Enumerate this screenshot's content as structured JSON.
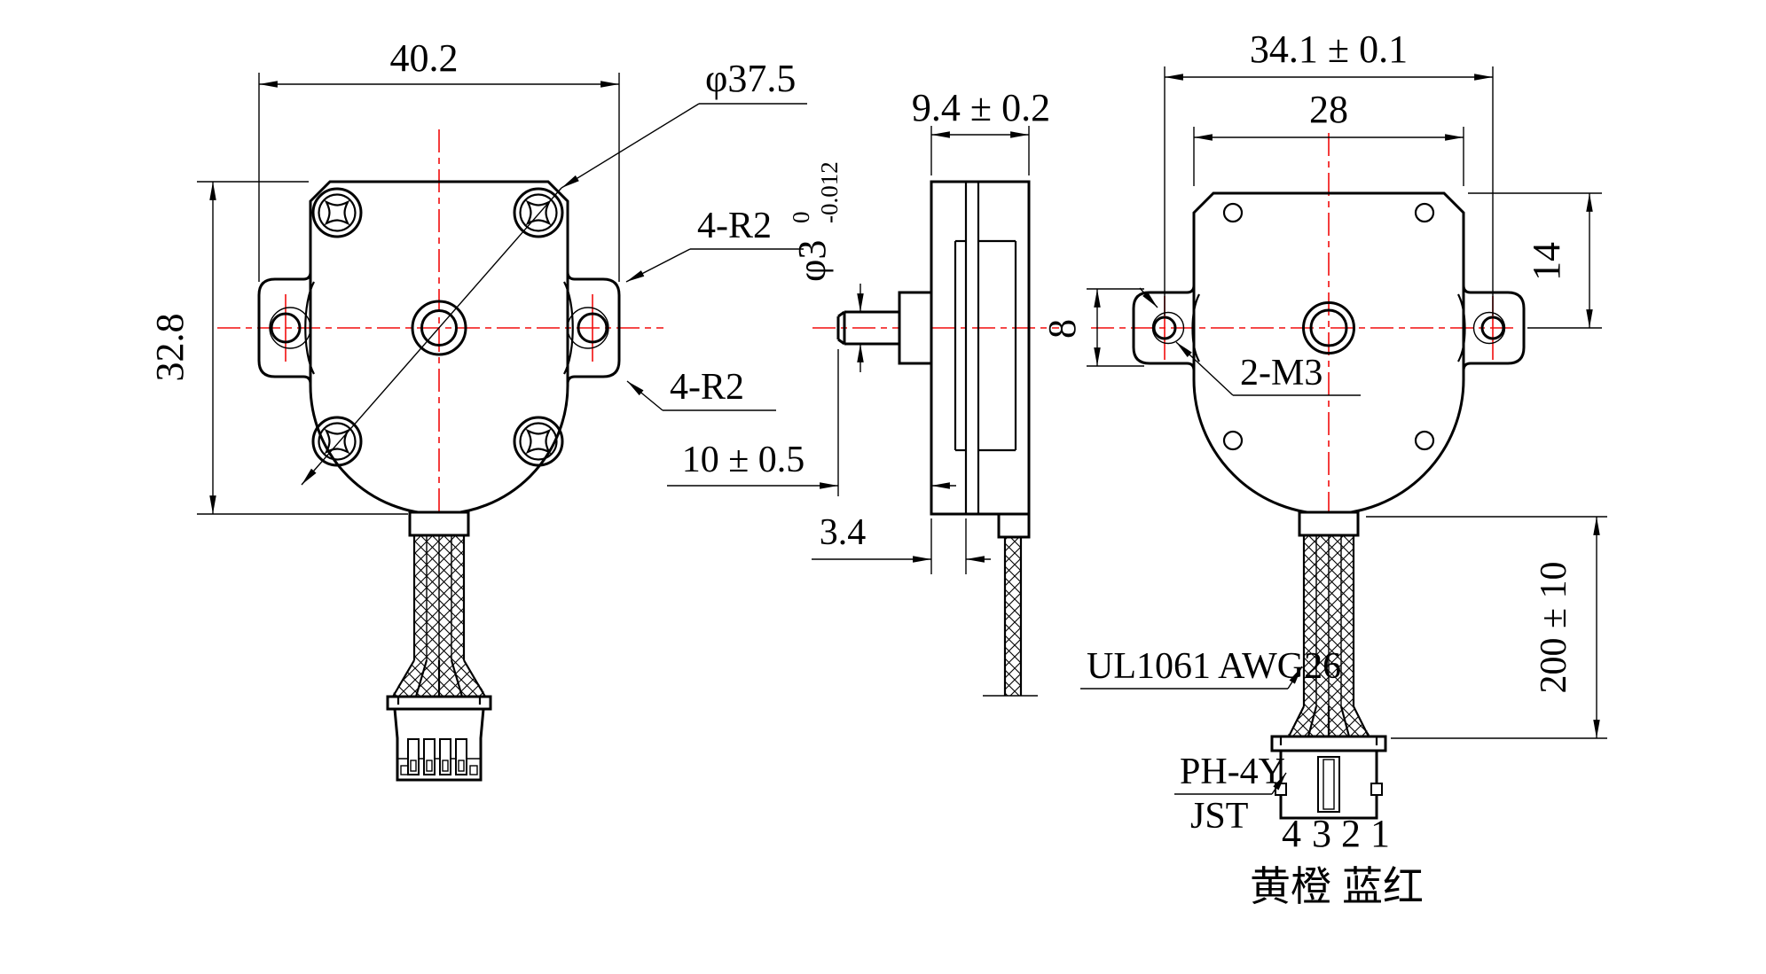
{
  "drawing": {
    "front_view": {
      "overall_width": "40.2",
      "overall_height": "32.8",
      "corner_circle_dia": "φ37.5",
      "fillet_note_top": "4-R2",
      "fillet_note_bottom": "4-R2"
    },
    "side_view": {
      "body_depth": "9.4 ± 0.2",
      "shaft_dia": "φ3",
      "shaft_tol_upper": "0",
      "shaft_tol_lower": "-0.012",
      "shaft_length": "10 ± 0.5",
      "front_plate_depth": "3.4"
    },
    "rear_view": {
      "mount_hole_span": "34.1 ± 0.1",
      "body_width": "28",
      "hole_to_center": "14",
      "ear_height": "8",
      "mount_thread": "2-M3"
    },
    "cable": {
      "length": "200 ± 10",
      "wire_spec": "UL1061 AWG26",
      "connector_model": "PH-4Y",
      "connector_brand": "JST",
      "pin_numbers": [
        "4",
        "3",
        "2",
        "1"
      ],
      "wire_colors": [
        "黄",
        "橙",
        "蓝",
        "红"
      ]
    },
    "colors": {
      "line": "#000000",
      "centerline": "#f20d0d",
      "background": "#ffffff"
    }
  }
}
